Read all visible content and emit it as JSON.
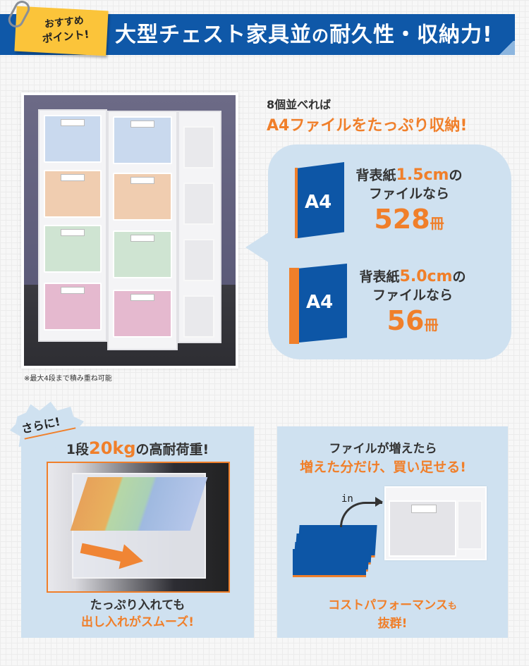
{
  "header": {
    "badge_line1": "おすすめ",
    "badge_line2": "ポイント!",
    "title_part1": "大型チェスト家具並",
    "title_no": "の",
    "title_part2": "耐久性・収納力!",
    "banner_color": "#0f58a8",
    "badge_color": "#fbc43a"
  },
  "product_photo": {
    "note": "※最大4段まで積み重ね可能",
    "drawer_colors": [
      "#c9d9ee",
      "#f0cdb0",
      "#cfe4d2",
      "#e5b9cf"
    ]
  },
  "capacity": {
    "lead": "8個並べれば",
    "headline": "A4ファイルをたっぷり収納!",
    "items": [
      {
        "book_label": "A4",
        "prefix": "背表紙",
        "thickness": "1.5cm",
        "suffix": "の",
        "line2": "ファイルなら",
        "count": "528",
        "unit": "冊"
      },
      {
        "book_label": "A4",
        "prefix": "背表紙",
        "thickness": "5.0cm",
        "suffix": "の",
        "line2": "ファイルなら",
        "count": "56",
        "unit": "冊"
      }
    ]
  },
  "panel_load": {
    "burst_label": "さらに!",
    "title_prefix": "1段",
    "title_value": "20kg",
    "title_suffix": "の高耐荷重!",
    "caption_line1": "たっぷり入れても",
    "caption_line2": "出し入れがスムーズ!"
  },
  "panel_expand": {
    "title_line1": "ファイルが増えたら",
    "title_line2": "増えた分だけ、買い足せる!",
    "arrow_label": "in",
    "caption_line1_main": "コストパフォーマンス",
    "caption_line1_small": "も",
    "caption_line2": "抜群!"
  },
  "colors": {
    "accent_orange": "#f07f2a",
    "panel_blue": "#cfe1f0",
    "book_blue": "#0d56a6"
  }
}
